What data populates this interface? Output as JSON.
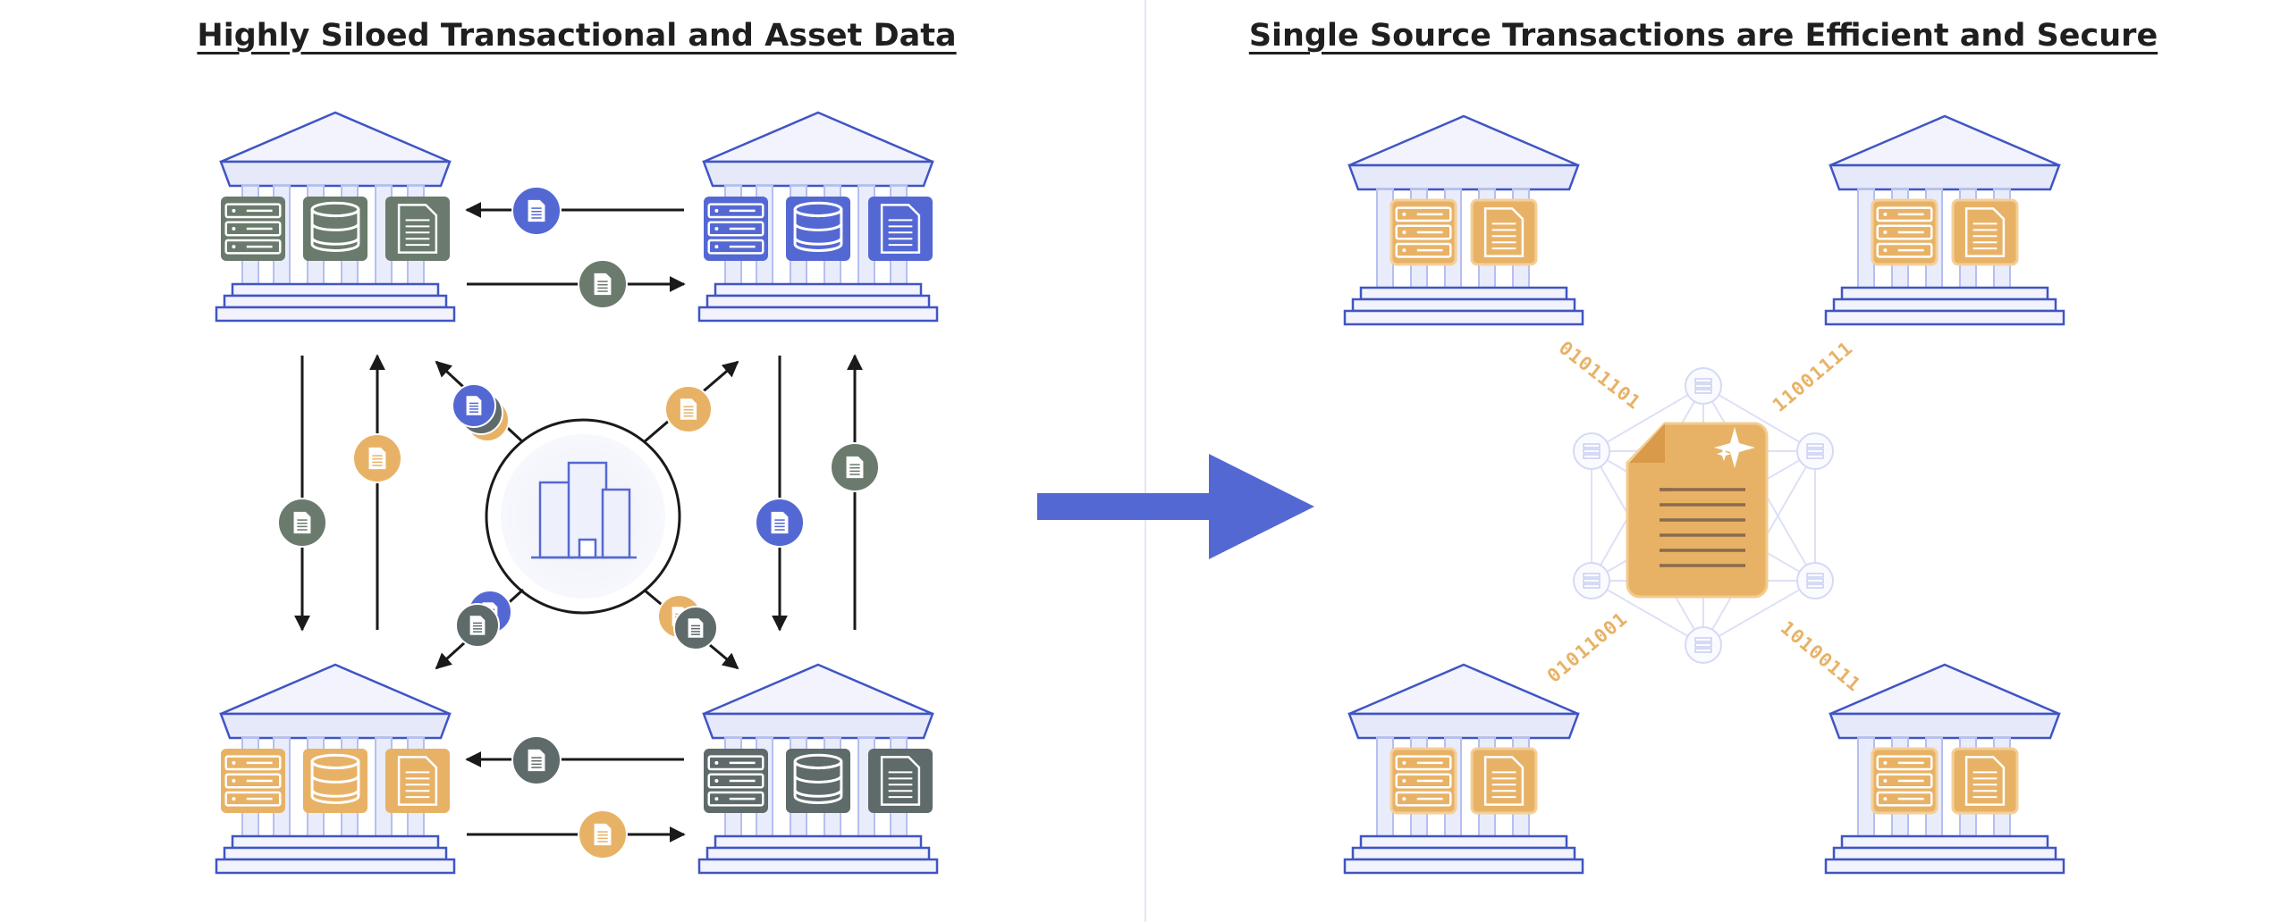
{
  "left_panel": {
    "title": "Highly Siloed Transactional and Asset Data"
  },
  "right_panel": {
    "title": "Single Source Transactions are Efficient and Secure",
    "binary_labels": [
      "01011101",
      "11001111",
      "01011001",
      "10100111"
    ]
  },
  "colors": {
    "navy": "#4055c4",
    "gray_green": "#6a7a6c",
    "slate": "#5f6a6b",
    "orange": "#e8b266",
    "blue": "#5468d4",
    "lavender": "#cdd3f3",
    "divider": "#e3e6f6"
  },
  "icons": {
    "bank": "bank-building-icon",
    "server": "server-icon",
    "database": "database-icon",
    "document": "document-icon",
    "office": "office-buildings-icon",
    "arrow": "big-right-arrow-icon"
  }
}
